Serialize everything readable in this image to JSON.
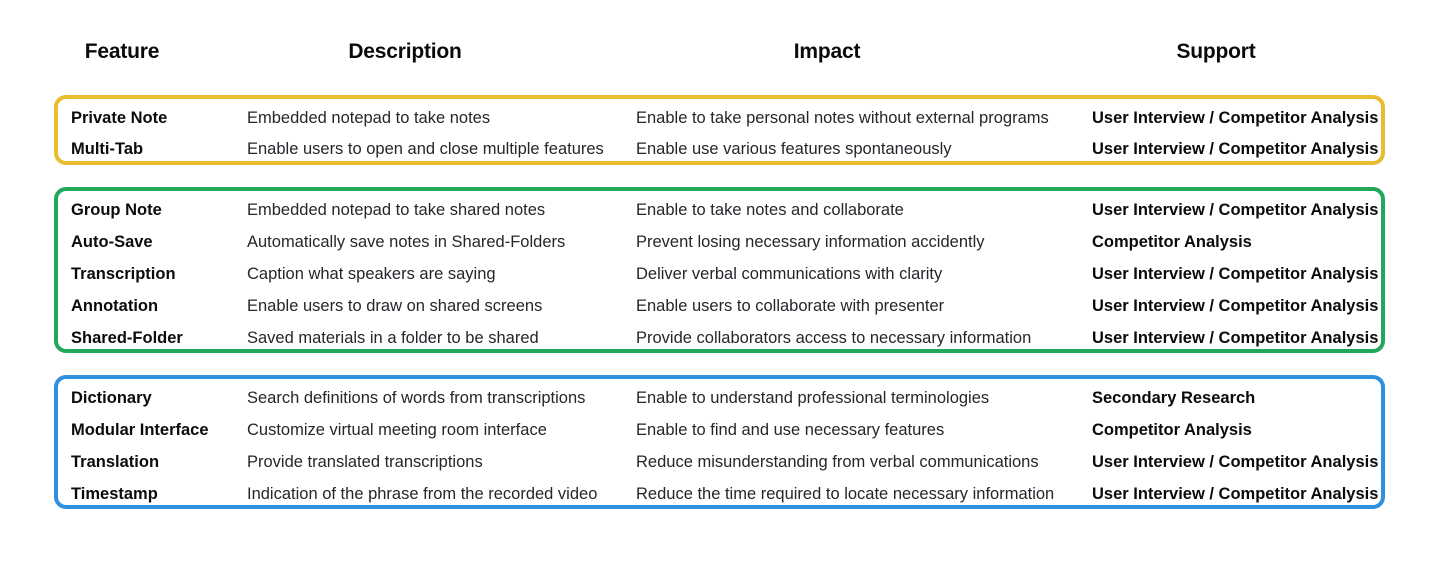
{
  "table": {
    "columns": [
      {
        "key": "feature",
        "label": "Feature"
      },
      {
        "key": "description",
        "label": "Description"
      },
      {
        "key": "impact",
        "label": "Impact"
      },
      {
        "key": "support",
        "label": "Support"
      }
    ],
    "groups": [
      {
        "name": "group-yellow",
        "border_color": "#e8be30",
        "rows": [
          {
            "feature": "Private Note",
            "description": "Embedded notepad to take notes",
            "impact": "Enable to take personal notes without external programs",
            "support": "User Interview / Competitor Analysis"
          },
          {
            "feature": "Multi-Tab",
            "description": "Enable users to open and close multiple features",
            "impact": "Enable use various features spontaneously",
            "support": "User Interview / Competitor Analysis"
          }
        ]
      },
      {
        "name": "group-green",
        "border_color": "#22a85a",
        "rows": [
          {
            "feature": "Group Note",
            "description": "Embedded notepad to take shared notes",
            "impact": "Enable to take notes and collaborate",
            "support": "User Interview / Competitor Analysis"
          },
          {
            "feature": "Auto-Save",
            "description": "Automatically save notes in Shared-Folders",
            "impact": "Prevent losing necessary information accidently",
            "support": "Competitor Analysis"
          },
          {
            "feature": "Transcription",
            "description": "Caption what speakers are saying",
            "impact": "Deliver verbal communications with clarity",
            "support": "User Interview / Competitor Analysis"
          },
          {
            "feature": "Annotation",
            "description": "Enable users to draw on shared screens",
            "impact": "Enable users to collaborate with presenter",
            "support": "User Interview / Competitor Analysis"
          },
          {
            "feature": "Shared-Folder",
            "description": "Saved materials in a folder to be shared",
            "impact": "Provide collaborators access to necessary information",
            "support": "User Interview / Competitor Analysis"
          }
        ]
      },
      {
        "name": "group-blue",
        "border_color": "#2e90de",
        "rows": [
          {
            "feature": "Dictionary",
            "description": "Search definitions of words from transcriptions",
            "impact": "Enable to understand professional terminologies",
            "support": "Secondary Research"
          },
          {
            "feature": "Modular Interface",
            "description": "Customize virtual meeting room interface",
            "impact": "Enable to find and use necessary features",
            "support": "Competitor Analysis"
          },
          {
            "feature": "Translation",
            "description": "Provide translated transcriptions",
            "impact": "Reduce misunderstanding from verbal communications",
            "support": "User Interview / Competitor Analysis"
          },
          {
            "feature": "Timestamp",
            "description": "Indication of the phrase from the recorded video",
            "impact": "Reduce the time required to locate necessary information",
            "support": "User Interview / Competitor Analysis"
          }
        ]
      }
    ]
  }
}
